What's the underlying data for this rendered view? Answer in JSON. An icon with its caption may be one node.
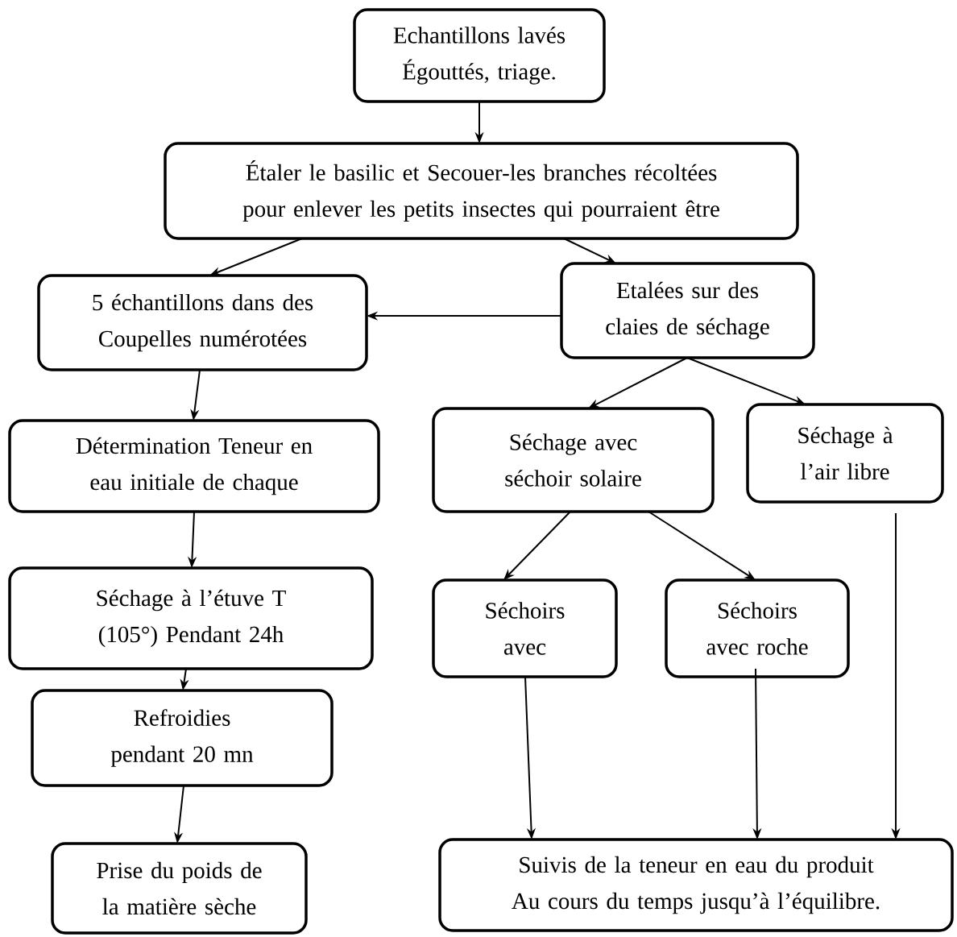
{
  "diagram": {
    "nodes": [
      {
        "text": [
          "Echantillons lavés Égouttés, triage."
        ]
      },
      {
        "text": [
          "Étaler le basilic et Secouer-les branches récoltées pour enlever les petits insectes qui pourraient être"
        ]
      },
      {
        "text": [
          "5 échantillons dans des Coupelles numérotées"
        ]
      },
      {
        "text": [
          "Etalées sur des claies de séchage"
        ]
      },
      {
        "text": [
          "Détermination Teneur en eau initiale de chaque"
        ]
      },
      {
        "text": [
          "Séchage avec séchoir solaire"
        ]
      },
      {
        "text": [
          "Séchage à l’air libre"
        ]
      },
      {
        "text": [
          "Séchage à l’étuve T (105°) Pendant 24h"
        ]
      },
      {
        "text": [
          "Séchoirs avec"
        ]
      },
      {
        "text": [
          "Séchoirs avec roche"
        ]
      },
      {
        "text": [
          "Refroidies pendant 20 mn"
        ]
      },
      {
        "text": [
          "Prise du poids de la matière sèche"
        ]
      },
      {
        "text": [
          "Suivis de la teneur en eau du produit Au cours du temps jusqu’à l’équilibre."
        ]
      }
    ],
    "edges": [
      {
        "from": 0,
        "to": 1,
        "arrow": "to"
      },
      {
        "from": 1,
        "to": 2,
        "arrow": "to"
      },
      {
        "from": 1,
        "to": 3,
        "arrow": "to"
      },
      {
        "from": 3,
        "to": 2,
        "arrow": "to"
      },
      {
        "from": 2,
        "to": 4,
        "arrow": "to"
      },
      {
        "from": 3,
        "to": 5,
        "arrow": "to"
      },
      {
        "from": 3,
        "to": 6,
        "arrow": "to"
      },
      {
        "from": 4,
        "to": 7,
        "arrow": "to"
      },
      {
        "from": 5,
        "to": 8,
        "arrow": "to"
      },
      {
        "from": 5,
        "to": 9,
        "arrow": "to"
      },
      {
        "from": 7,
        "to": 10,
        "arrow": "to"
      },
      {
        "from": 10,
        "to": 11,
        "arrow": "to"
      },
      {
        "from": 8,
        "to": 12,
        "arrow": "to"
      },
      {
        "from": 9,
        "to": 12,
        "arrow": "to"
      },
      {
        "from": 6,
        "to": 12,
        "arrow": "to"
      }
    ]
  }
}
